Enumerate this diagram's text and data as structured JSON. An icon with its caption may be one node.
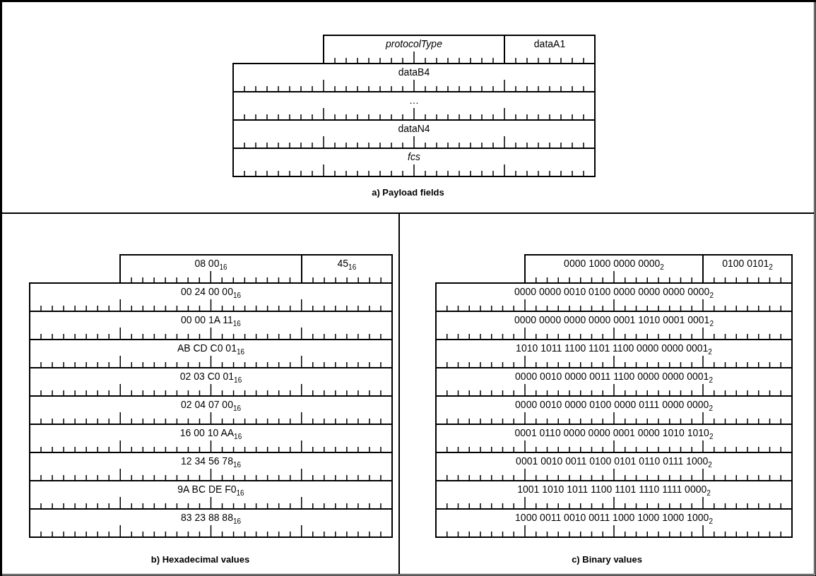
{
  "diagram": {
    "nodes": [
      {
        "text": [
          "a) Payload fields"
        ]
      },
      {
        "text": [
          "protocolType"
        ],
        "in": 0
      },
      {
        "text": [
          "dataA1"
        ],
        "in": 0
      },
      {
        "text": [
          "dataB4"
        ],
        "in": 0
      },
      {
        "text": [
          "…"
        ],
        "in": 0
      },
      {
        "text": [
          "dataN4"
        ],
        "in": 0
      },
      {
        "text": [
          "fcs"
        ],
        "in": 0
      },
      {
        "text": [
          "b) Hexadecimal values"
        ]
      },
      {
        "text": [
          "08 00$_{16}$"
        ],
        "in": 7
      },
      {
        "text": [
          "45$_{16}$"
        ],
        "in": 7
      },
      {
        "text": [
          "00 24 00 00$_{16}$"
        ],
        "in": 7
      },
      {
        "text": [
          "00 00 1A 11$_{16}$"
        ],
        "in": 7
      },
      {
        "text": [
          "AB CD C0 01$_{16}$"
        ],
        "in": 7
      },
      {
        "text": [
          "02 03 C0 01$_{16}$"
        ],
        "in": 7
      },
      {
        "text": [
          "02 04 07 00$_{16}$"
        ],
        "in": 7
      },
      {
        "text": [
          "16 00 10 AA$_{16}$"
        ],
        "in": 7
      },
      {
        "text": [
          "12 34 56 78$_{16}$"
        ],
        "in": 7
      },
      {
        "text": [
          "9A BC DE F0$_{16}$"
        ],
        "in": 7
      },
      {
        "text": [
          "83 23 88 88$_{16}$"
        ],
        "in": 7
      },
      {
        "text": [
          "c) Binary values"
        ]
      },
      {
        "text": [
          "0000 1000 0000 0000$_{2}$"
        ],
        "in": 19
      },
      {
        "text": [
          "0100 0101$_{2}$"
        ],
        "in": 19
      },
      {
        "text": [
          "0000 0000 0010 0100 0000 0000 0000 0000$_{2}$"
        ],
        "in": 19
      },
      {
        "text": [
          "0000 0000 0000 0000 0001 1010 0001 0001$_{2}$"
        ],
        "in": 19
      },
      {
        "text": [
          "1010 1011 1100 1101 1100 0000 0000 0001$_{2}$"
        ],
        "in": 19
      },
      {
        "text": [
          "0000 0010 0000 0011 1100 0000 0000 0001$_{2}$"
        ],
        "in": 19
      },
      {
        "text": [
          "0000 0010 0000 0100 0000 0111 0000 0000$_{2}$"
        ],
        "in": 19
      },
      {
        "text": [
          "0001 0110 0000 0000 0001 0000 1010 1010$_{2}$"
        ],
        "in": 19
      },
      {
        "text": [
          "0001 0010 0011 0100 0101 0110 0111 1000$_{2}$"
        ],
        "in": 19
      },
      {
        "text": [
          "1001 1010 1011 1100 1101 1110 1111 0000$_{2}$"
        ],
        "in": 19
      },
      {
        "text": [
          "1000 0011 0010 0011 1000 1000 1000 1000$_{2}$"
        ],
        "in": 19
      }
    ]
  }
}
